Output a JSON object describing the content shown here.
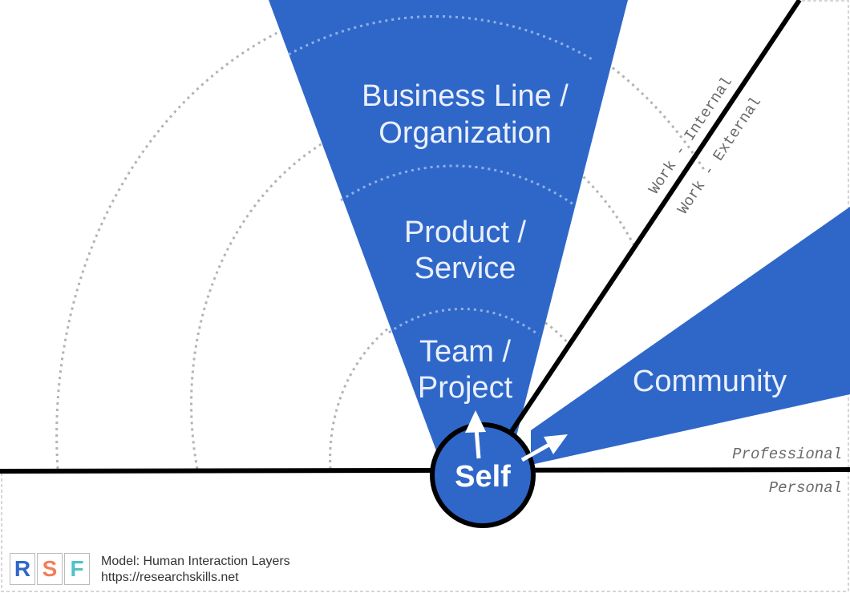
{
  "diagram": {
    "layers": {
      "business": [
        "Business Line /",
        "Organization"
      ],
      "product": [
        "Product /",
        "Service"
      ],
      "team": [
        "Team /",
        "Project"
      ]
    },
    "community": "Community",
    "self": "Self",
    "work_internal": "Work - Internal",
    "work_external": "Work - External",
    "professional": "Professional",
    "personal": "Personal"
  },
  "footer": {
    "logo_letters": [
      "R",
      "S",
      "F"
    ],
    "model_line": "Model: Human Interaction Layers",
    "url_line": "https://researchskills.net"
  },
  "colors": {
    "primary_blue": "#2f67c9",
    "logo_r": "#2f67c9",
    "logo_s": "#f07f5a",
    "logo_f": "#4fc3c8",
    "line": "#000000",
    "dotted": "#b3b3b3"
  }
}
